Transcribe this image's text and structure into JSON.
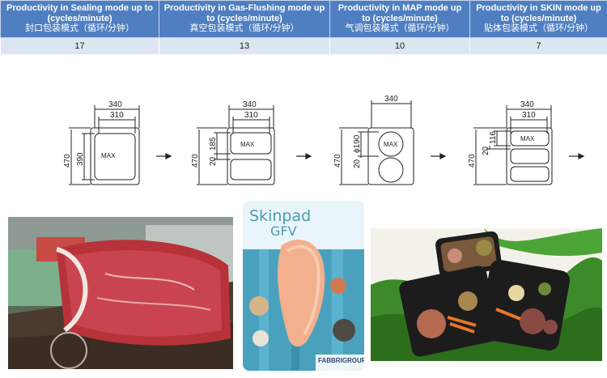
{
  "table": {
    "columns": [
      {
        "en": "Productivity in Sealing mode up to (cycles/minute)",
        "cn": "封口包装模式（循环/分钟）",
        "value": "17"
      },
      {
        "en": "Productivity in Gas-Flushing mode up to (cycles/minute)",
        "cn": "真空包装模式（循环/分钟）",
        "value": "13"
      },
      {
        "en": "Productivity in MAP mode up to (cycles/minute)",
        "cn": "气调包装模式（循环/分钟）",
        "value": "10"
      },
      {
        "en": "Productivity in SKIN mode up to (cycles/minute)",
        "cn": "贴体包装模式（循环/分钟）",
        "value": "7"
      }
    ]
  },
  "diagrams": {
    "d1": {
      "width": "340",
      "inner_width": "310",
      "height": "470",
      "inner_height": "390",
      "label": "MAX"
    },
    "d2": {
      "width": "340",
      "inner_width": "310",
      "height": "470",
      "inner_height": "185",
      "gap": "20",
      "label": "MAX"
    },
    "d3": {
      "width": "340",
      "height": "470",
      "diameter": "ϕ190",
      "gap": "20",
      "label": "MAX"
    },
    "d4": {
      "width": "340",
      "inner_width": "310",
      "height": "470",
      "inner_height": "116",
      "gap": "20",
      "label": "MAX"
    }
  },
  "photo2": {
    "brand": "Skinpad",
    "sub": "GFV",
    "logo": "FABBRIGROUP"
  }
}
